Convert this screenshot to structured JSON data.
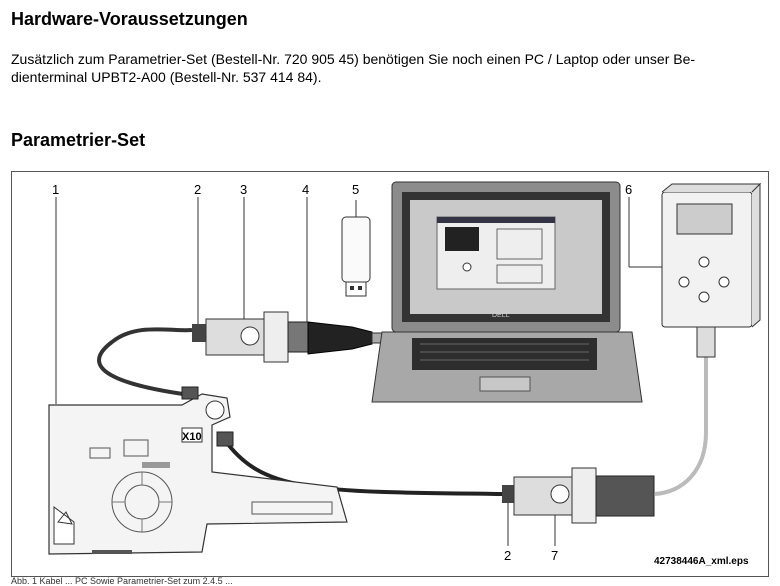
{
  "section1": {
    "title": "Hardware-Voraussetzungen",
    "text_line1": "Zusätzlich zum Parametrier-Set (Bestell-Nr. 720 905 45) benötigen Sie noch einen PC / Laptop oder unser Be-",
    "text_line2": "dienterminal UPBT2-A00 (Bestell-Nr. 537 414 84)."
  },
  "section2": {
    "title": "Parametrier-Set"
  },
  "figure": {
    "callouts": [
      "1",
      "2",
      "3",
      "4",
      "5",
      "6",
      "2",
      "7"
    ],
    "board_label": "X10",
    "figure_id": "42738446A_xml.eps",
    "laptop_brand": "DELL"
  },
  "caption_partial": "Abb. 1 Kabel ... PC Sowie Parametrier-Set zum 2.4.5 ..."
}
